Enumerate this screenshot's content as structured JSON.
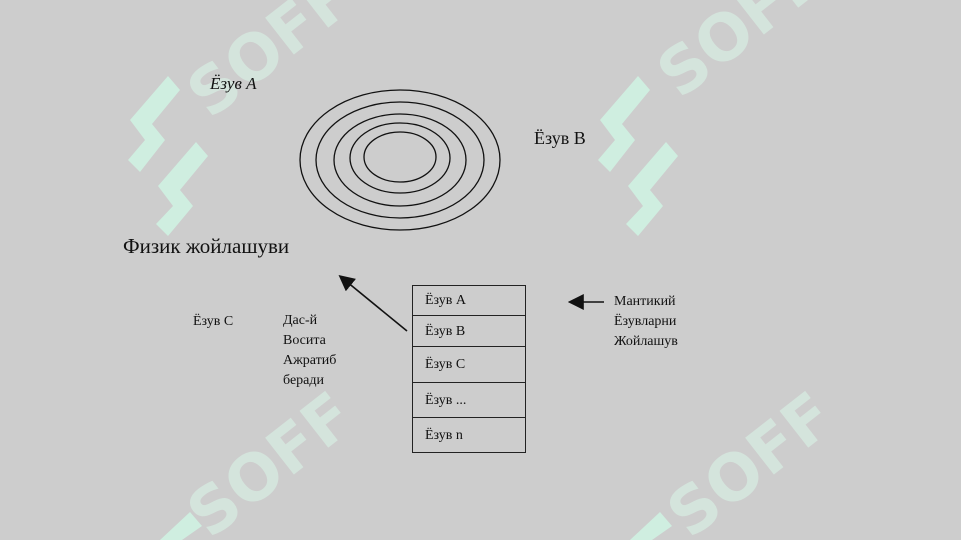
{
  "diagram": {
    "title": "Физик жойлашуви",
    "record_a": "Ёзув А",
    "record_b": "Ёзув В",
    "record_c": "Ёзув С",
    "note_lines": [
      "Дас-й",
      "Восита",
      "Ажратиб",
      "беради"
    ],
    "table_cells": [
      "Ёзув А",
      "Ёзув В",
      "Ёзув С",
      "Ёзув ...",
      "Ёзув n"
    ],
    "logical_lines": [
      "Мантикий",
      "Ёзувларни",
      "Жойлашув"
    ],
    "colors": {
      "background": "#cdcdcd",
      "ink": "#111111",
      "watermark": "#cfeee0"
    },
    "watermark_text": "SOFF",
    "icons": [
      "disk-tracks-icon",
      "arrow-to-physical-icon",
      "arrow-from-logical-icon",
      "watermark-logo-icon"
    ]
  }
}
